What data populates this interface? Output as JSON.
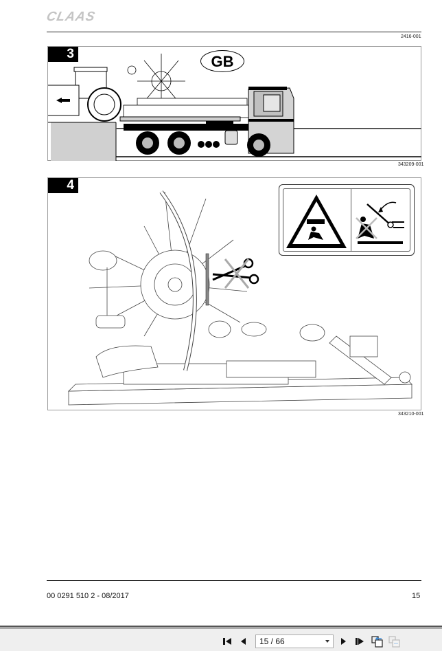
{
  "header": {
    "logo_text": "CLAAS",
    "doc_ref": "2416-001"
  },
  "figures": [
    {
      "number": "3",
      "badge": "GB",
      "image_ref": "343209-001",
      "description": "Tractor loading rotary rake onto flatbed truck"
    },
    {
      "number": "4",
      "image_ref": "343210-001",
      "description": "Rotary rake on trailer bed with cut-strap (scissors) symbol and safety warning pictograms"
    }
  ],
  "footer": {
    "doc_number": "00 0291 510 2 - 08/2017",
    "page_number": "15"
  },
  "viewer_toolbar": {
    "page_indicator": "15 / 66",
    "buttons": [
      "first-page",
      "previous-page",
      "next-page",
      "last-page",
      "previous-view",
      "next-view"
    ]
  }
}
